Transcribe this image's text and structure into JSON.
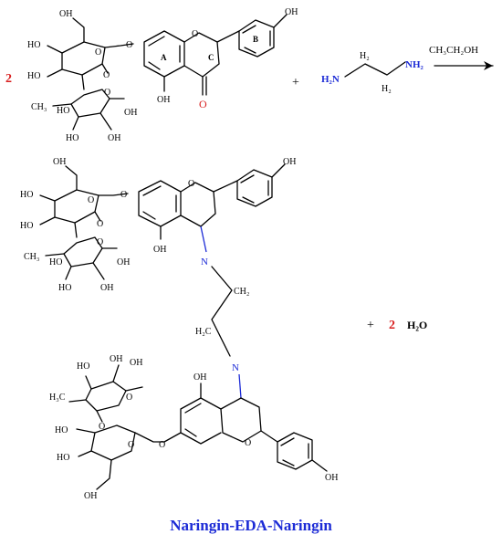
{
  "reactant_coeff": "2",
  "plus_1": "+",
  "plus_2": "+",
  "water_coeff": "2",
  "water_formula": "H₂O",
  "reagent_label": "CH₃CH₂OH",
  "ring_labels": {
    "a": "A",
    "b": "B",
    "c": "C"
  },
  "atom_labels": {
    "oh": "OH",
    "ho": "HO",
    "o": "O",
    "n": "N",
    "ch3": "CH₃",
    "h3c": "H₃C",
    "ch2": "CH₂",
    "h2c": "H₂C",
    "h2": "H₂",
    "nh2": "NH₂",
    "h2n": "H₂N"
  },
  "caption": "Naringin-EDA-Naringin",
  "colors": {
    "red": "#d81e1e",
    "blue": "#1c2bd6",
    "black": "#000000"
  }
}
